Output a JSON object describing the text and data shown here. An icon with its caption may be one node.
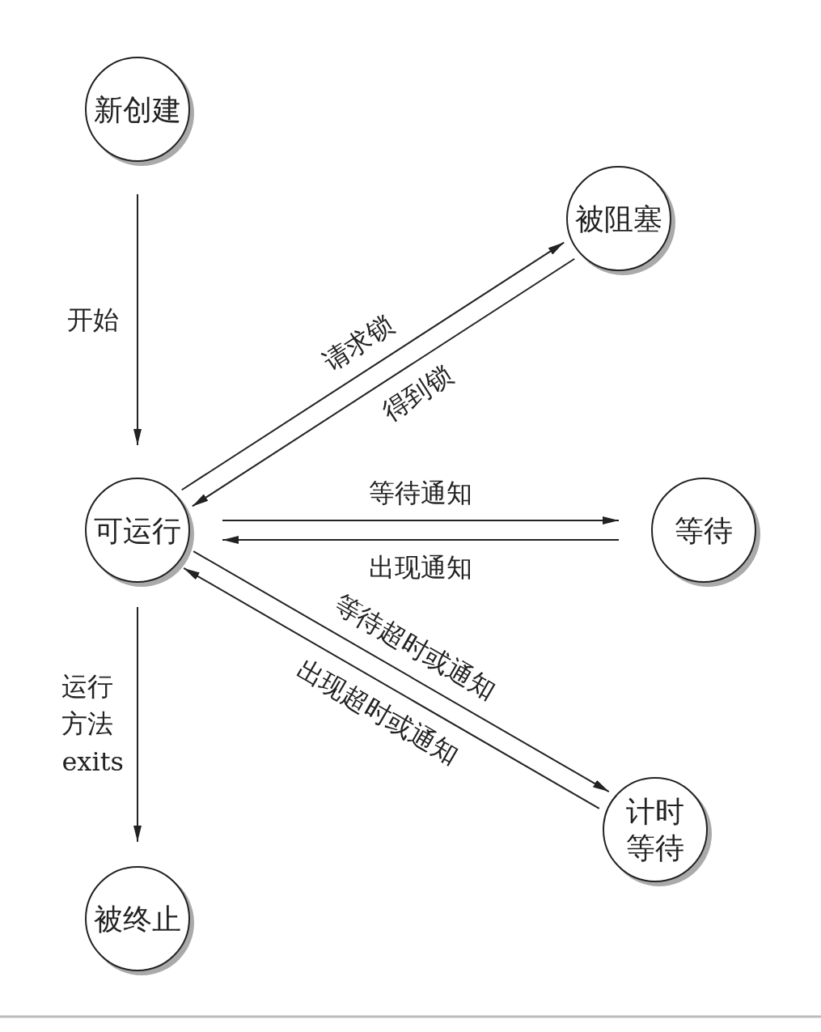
{
  "diagram": {
    "nodes": [
      {
        "text": [
          "新创建"
        ]
      },
      {
        "text": [
          "被阻塞"
        ]
      },
      {
        "text": [
          "可运行"
        ]
      },
      {
        "text": [
          "等待"
        ]
      },
      {
        "text": [
          "计时等待"
        ]
      },
      {
        "text": [
          "被终止"
        ]
      }
    ],
    "edges": [
      {
        "from": 0,
        "to": 2,
        "arrow": "to",
        "label": "开始"
      },
      {
        "from": 2,
        "to": 1,
        "arrow": "to",
        "label": "请求锁"
      },
      {
        "from": 1,
        "to": 2,
        "arrow": "to",
        "label": "得到锁"
      },
      {
        "from": 2,
        "to": 3,
        "arrow": "to",
        "label": "等待通知"
      },
      {
        "from": 3,
        "to": 2,
        "arrow": "to",
        "label": "出现通知"
      },
      {
        "from": 2,
        "to": 4,
        "arrow": "to",
        "label": "等待超时或通知"
      },
      {
        "from": 4,
        "to": 2,
        "arrow": "to",
        "label": "出现超时或通知"
      },
      {
        "from": 2,
        "to": 5,
        "arrow": "to",
        "label": "运行方法exits"
      }
    ]
  }
}
